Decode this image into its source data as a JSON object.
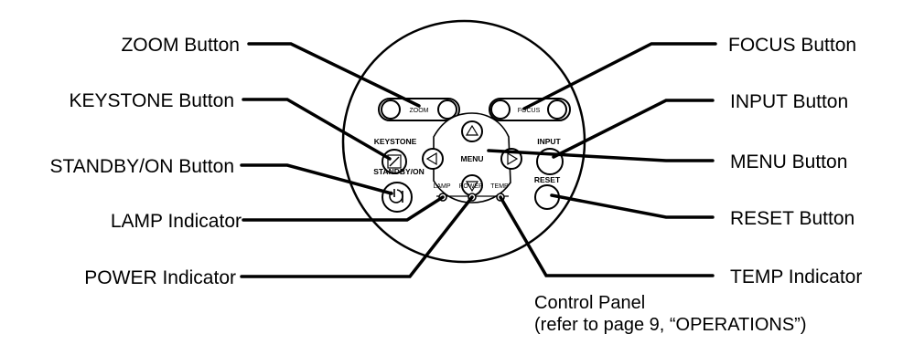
{
  "callouts": {
    "zoom": "ZOOM Button",
    "keystone": "KEYSTONE Button",
    "standby_on": "STANDBY/ON Button",
    "lamp_indicator": "LAMP Indicator",
    "power_indicator": "POWER Indicator",
    "focus": "FOCUS Button",
    "input": "INPUT Button",
    "menu": "MENU Button",
    "reset": "RESET Button",
    "temp_indicator": "TEMP Indicator"
  },
  "panel": {
    "zoom_label": "ZOOM",
    "focus_label": "FOCUS",
    "keystone_label": "KEYSTONE",
    "input_label": "INPUT",
    "menu_label": "MENU",
    "standby_label": "STANDBY/ON",
    "reset_label": "RESET",
    "lamp_label": "LAMP",
    "power_label": "POWER",
    "temp_label": "TEMP"
  },
  "caption": {
    "line1": "Control Panel",
    "line2": "(refer to page 9, “OPERATIONS”)"
  }
}
